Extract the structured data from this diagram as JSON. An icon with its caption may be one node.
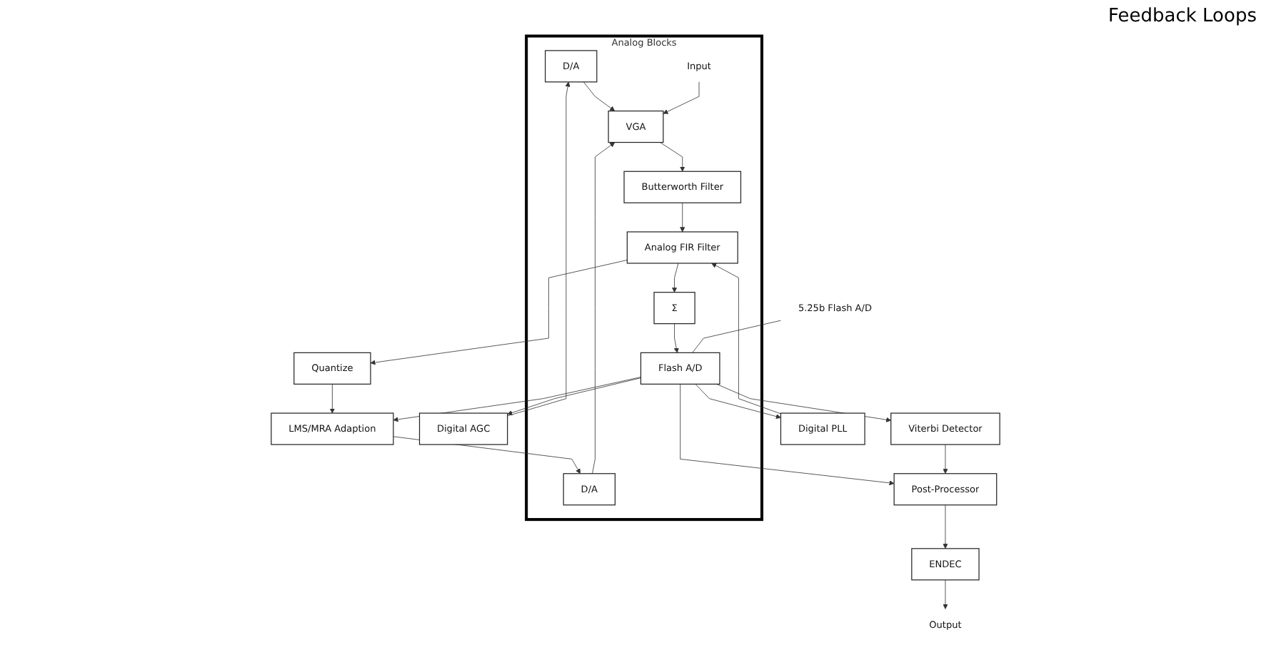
{
  "diagram": {
    "nodes": [
      {
        "text": [
          "Analog Blocks"
        ]
      },
      {
        "text": [
          "D/A"
        ],
        "in": 0
      },
      {
        "text": [
          "D/A"
        ],
        "in": 0
      },
      {
        "text": [
          "Input"
        ],
        "in": 0
      },
      {
        "text": [
          "VGA"
        ],
        "in": 0
      },
      {
        "text": [
          "Butterworth Filter"
        ],
        "in": 0
      },
      {
        "text": [
          "Analog FIR Filter"
        ],
        "in": 0
      },
      {
        "text": [
          "Σ"
        ],
        "in": 0
      },
      {
        "text": [
          "Flash A/D"
        ],
        "in": 0
      },
      {
        "text": [
          "Digital AGC"
        ]
      },
      {
        "text": [
          "LMS/MRA Adaption"
        ]
      },
      {
        "text": [
          "Quantize"
        ]
      },
      {
        "text": [
          "Digital PLL"
        ]
      },
      {
        "text": [
          "Viterbi Detector"
        ]
      },
      {
        "text": [
          "Post-Processor"
        ]
      },
      {
        "text": [
          "ENDEC"
        ]
      },
      {
        "text": [
          "Output"
        ]
      },
      {
        "text": [
          "5.25b Flash A/D"
        ]
      }
    ],
    "edges": [
      {
        "from": 9,
        "to": 1,
        "arrow": "to"
      },
      {
        "from": 10,
        "to": 2,
        "arrow": "to"
      },
      {
        "from": 1,
        "to": 4,
        "arrow": "to"
      },
      {
        "from": 2,
        "to": 4,
        "arrow": "to"
      },
      {
        "from": 3,
        "to": 4,
        "arrow": "to"
      },
      {
        "from": 4,
        "to": 5,
        "arrow": "to"
      },
      {
        "from": 5,
        "to": 6,
        "arrow": "to"
      },
      {
        "from": 6,
        "to": 11,
        "arrow": "to"
      },
      {
        "from": 11,
        "to": 10,
        "arrow": "to"
      },
      {
        "from": 6,
        "to": 7,
        "arrow": "to"
      },
      {
        "from": 7,
        "to": 8,
        "arrow": "to"
      },
      {
        "from": 8,
        "to": 9,
        "arrow": "to"
      },
      {
        "from": 8,
        "to": 10,
        "arrow": "to"
      },
      {
        "from": 8,
        "to": 12,
        "arrow": "to"
      },
      {
        "from": 8,
        "to": 13,
        "arrow": "to"
      },
      {
        "from": 8,
        "to": 14,
        "arrow": "to"
      },
      {
        "from": 12,
        "to": 6,
        "arrow": "to"
      },
      {
        "from": 13,
        "to": 14,
        "arrow": "to"
      },
      {
        "from": 14,
        "to": 15,
        "arrow": "to"
      },
      {
        "from": 15,
        "to": 16,
        "arrow": "to"
      },
      {
        "from": 17,
        "to": 8,
        "arrow": "none"
      }
    ],
    "labels": [
      "Feedback Loops"
    ]
  }
}
